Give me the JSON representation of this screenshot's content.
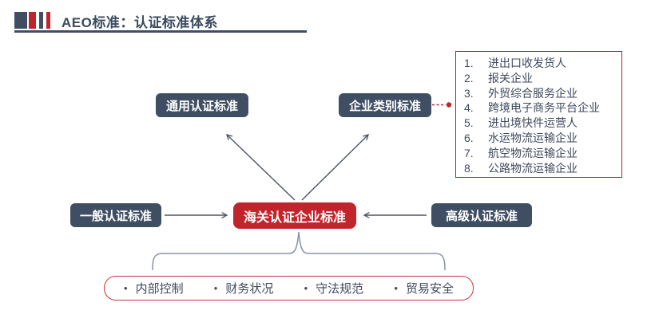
{
  "header": {
    "title": "AEO标准：认证标准体系"
  },
  "diagram": {
    "top": {
      "general_label": "通用认证标准",
      "category_label": "企业类别标准"
    },
    "center": {
      "customs_label": "海关认证企业标准",
      "basic_label": "一般认证标准",
      "advanced_label": "高级认证标准"
    },
    "category_list": {
      "items": [
        {
          "num": "1.",
          "text": "进出口收发货人"
        },
        {
          "num": "2.",
          "text": "报关企业"
        },
        {
          "num": "3.",
          "text": "外贸综合服务企业"
        },
        {
          "num": "4.",
          "text": "跨境电子商务平台企业"
        },
        {
          "num": "5.",
          "text": "进出境快件运营人"
        },
        {
          "num": "6.",
          "text": "水运物流运输企业"
        },
        {
          "num": "7.",
          "text": "航空物流运输企业"
        },
        {
          "num": "8.",
          "text": "公路物流运输企业"
        }
      ]
    },
    "criteria": {
      "bullet": "•",
      "items": [
        "内部控制",
        "财务状况",
        "守法规范",
        "贸易安全"
      ]
    }
  },
  "colors": {
    "navy": "#3F4E63",
    "red": "#C1252C",
    "arrow": "#4A5565",
    "brace": "#8893A3",
    "body_text": "#3F4A5C"
  }
}
